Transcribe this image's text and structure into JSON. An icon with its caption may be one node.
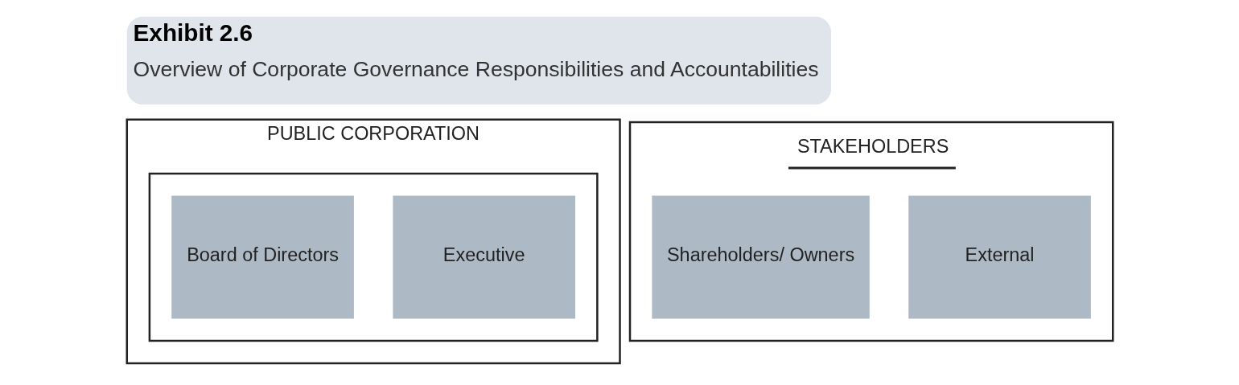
{
  "diagram": {
    "title": "Exhibit 2.6",
    "caption": "Overview of Corporate Governance Responsibilities and Accountabilities",
    "nodes": [
      {
        "text": [
          "PUBLIC CORPORATION"
        ]
      },
      {
        "text": [],
        "shape": "box",
        "in": 0
      },
      {
        "text": [
          "Board of Directors"
        ],
        "in": 1
      },
      {
        "text": [
          "Executive"
        ],
        "in": 1
      },
      {
        "text": [
          "STAKEHOLDERS"
        ]
      },
      {
        "text": [
          "Shareholders/ Owners"
        ],
        "in": 4
      },
      {
        "text": [
          "External"
        ],
        "in": 4
      }
    ]
  }
}
